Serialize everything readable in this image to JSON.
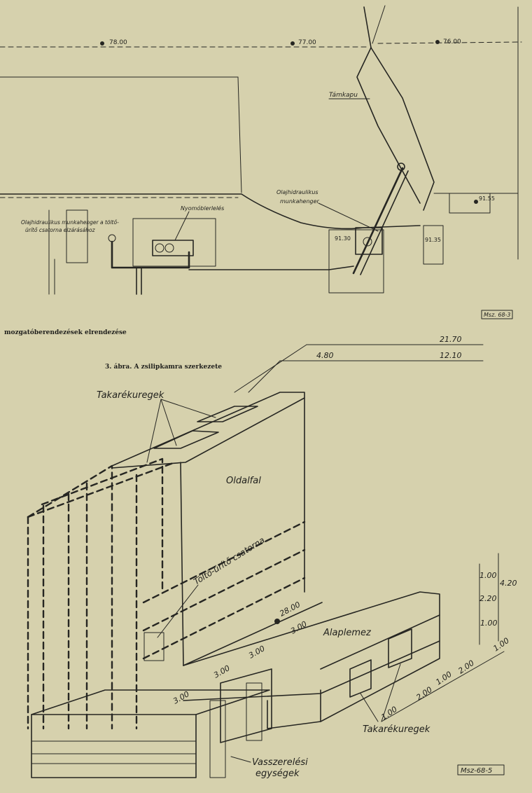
{
  "plan": {
    "stations": [
      "78.00",
      "77.00",
      "76.00"
    ],
    "label_tamkapu": "Támkapu",
    "label_cylinder_line1": "Olajhidraulikus",
    "label_cylinder_line2": "munkahenger",
    "label_channel_line1": "Olajhidraulikus munkahenger a töltő-",
    "label_channel_line2": "ürítő csatorna elzárásához",
    "label_panel": "Nyomóblerlelés",
    "elev_left": "91.30",
    "elev_mid": "91.35",
    "elev_right": "91.55",
    "ref_top": "Msz. 68-3"
  },
  "captions": {
    "caption_1": "mozgatóberendezések elrendezése",
    "caption_2": "3. ábra. A zsilipkamra szerkezete"
  },
  "section": {
    "dim_top": "21.70",
    "dim_left": "4.80",
    "dim_right": "12.10",
    "label_takarek_top": "Takarékuregek",
    "label_oldalfal": "Oldalfal",
    "label_csatorna": "Töltő-ürítő csatorna",
    "label_alaplemez": "Alaplemez",
    "label_takarek_bottom": "Takarékuregek",
    "label_vasszereles_1": "Vasszerelési",
    "label_vasszereles_2": "egységek",
    "elev_2800": "28.00",
    "dims_vertical": [
      "1.00",
      "2.20",
      "1.00",
      "4.20"
    ],
    "dims_floor": [
      "3.00",
      "3.00",
      "3.00",
      "3.00"
    ],
    "dims_side": [
      "1.00",
      "2.00",
      "1.00",
      "2.00",
      "1.00"
    ],
    "ref_bottom": "Msz-68-5"
  },
  "colors": {
    "paper": "#d6d1ad",
    "ink": "#262622"
  }
}
